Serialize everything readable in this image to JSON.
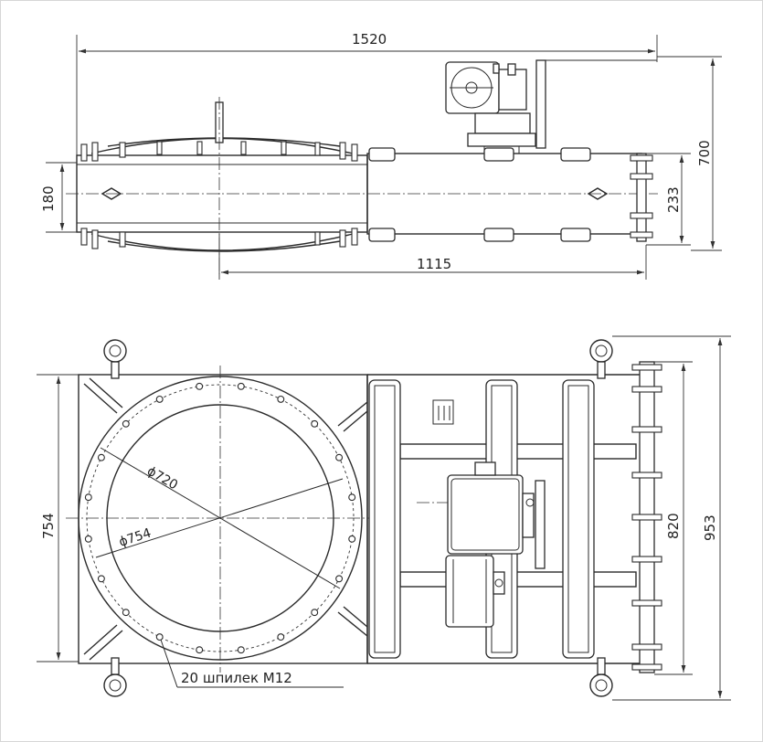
{
  "top_view": {
    "dim_overall_length": "1520",
    "dim_body_height": "180",
    "dim_flange_height": "233",
    "dim_total_height": "700",
    "dim_center_to_end": "1115"
  },
  "plan_view": {
    "dim_overall_width": "754",
    "dim_rail_spacing": "820",
    "dim_total_width": "953",
    "dim_bolt_circle": "ϕ720",
    "dim_outer_diameter": "ϕ754",
    "note_studs": "20 шпилек М12"
  },
  "colors": {
    "line": "#2b2b2b",
    "background": "#ffffff"
  }
}
